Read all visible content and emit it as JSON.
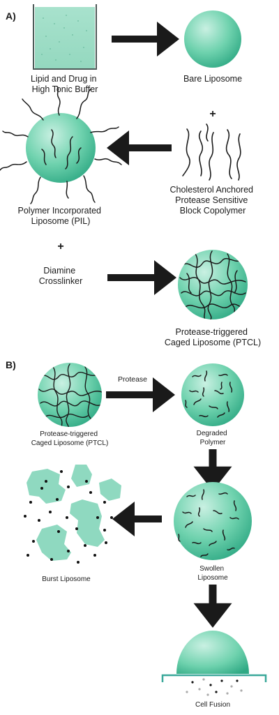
{
  "panel_a": {
    "label": "A)",
    "lipid_drug": [
      "Lipid and Drug in",
      "High Tonic Buffer"
    ],
    "bare_liposome": "Bare Liposome",
    "plus_1": "+",
    "copolymer": [
      "Cholesterol Anchored",
      "Protease Sensitive",
      "Block Copolymer"
    ],
    "pil": [
      "Polymer Incorporated",
      "Liposome (PIL)"
    ],
    "plus_2": "+",
    "crosslinker": [
      "Diamine",
      "Crosslinker"
    ],
    "ptcl": [
      "Protease-triggered",
      "Caged Liposome (PTCL)"
    ]
  },
  "panel_b": {
    "label": "B)",
    "protease": "Protease",
    "ptcl": [
      "Protease-triggered",
      "Caged Liposome (PTCL)"
    ],
    "degraded": [
      "Degraded",
      "Polymer"
    ],
    "swollen": [
      "Swollen",
      "Liposome"
    ],
    "burst": "Burst Liposome",
    "fusion": "Cell Fusion"
  },
  "colors": {
    "liposome_light": "#b9ead7",
    "liposome_mid": "#6fd2ae",
    "liposome_dark": "#2fa984",
    "burst": "#8fd9c0",
    "arrow": "#1a1a1a",
    "membrane": "#3aa89a"
  }
}
